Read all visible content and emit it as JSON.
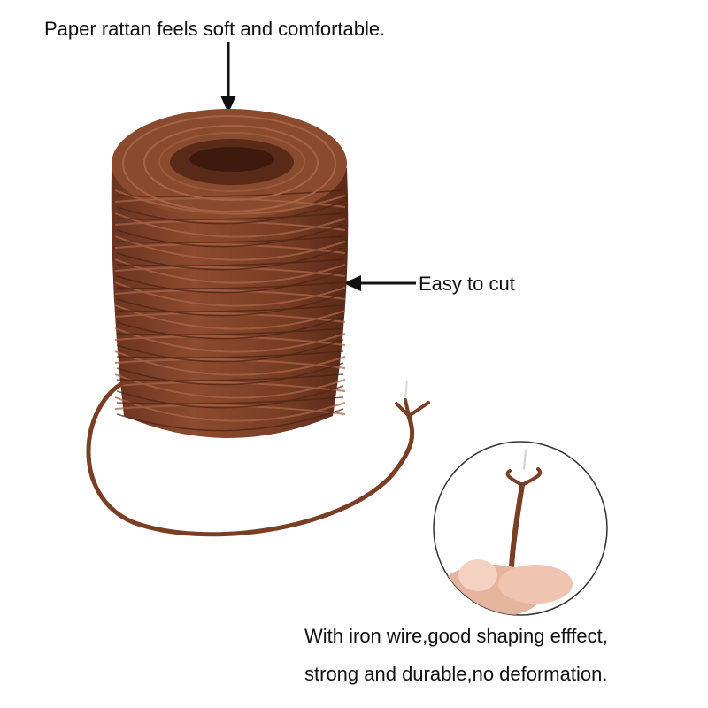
{
  "captions": {
    "top": "Paper rattan feels soft and comfortable.",
    "right": "Easy to cut",
    "bottom_line1": "With iron wire,good shaping efffect,",
    "bottom_line2": "strong and durable,no deformation."
  },
  "colors": {
    "rattan": "#7a3e25",
    "rattan_light": "#9a5a3a",
    "rattan_dark": "#4e2414",
    "text": "#111111",
    "circle_border": "#333333",
    "skin": "#e8b8a2"
  }
}
